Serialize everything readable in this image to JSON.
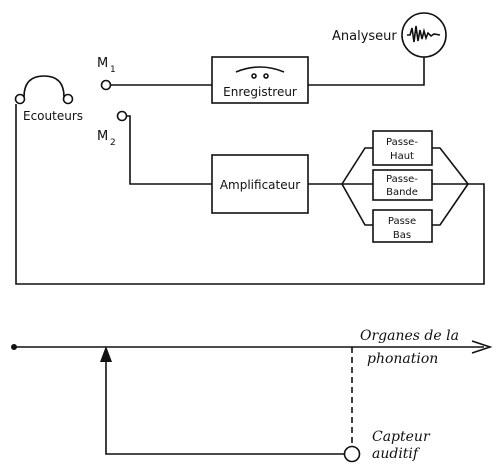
{
  "schema": {
    "mic1": {
      "label": "M",
      "sub": "1"
    },
    "mic2": {
      "label": "M",
      "sub": "2"
    },
    "headphones": "Ecouteurs",
    "recorder": "Enregistreur",
    "analyzer": "Analyseur",
    "amplifier": "Amplificateur",
    "filters": {
      "high": [
        "Passe-",
        "Haut"
      ],
      "band": [
        "Passe-",
        "Bande"
      ],
      "low": [
        "Passe",
        "Bas"
      ]
    }
  },
  "loop": {
    "organs": [
      "Organes de la",
      "phonation"
    ],
    "sensor": [
      "Capteur",
      "auditif"
    ]
  }
}
